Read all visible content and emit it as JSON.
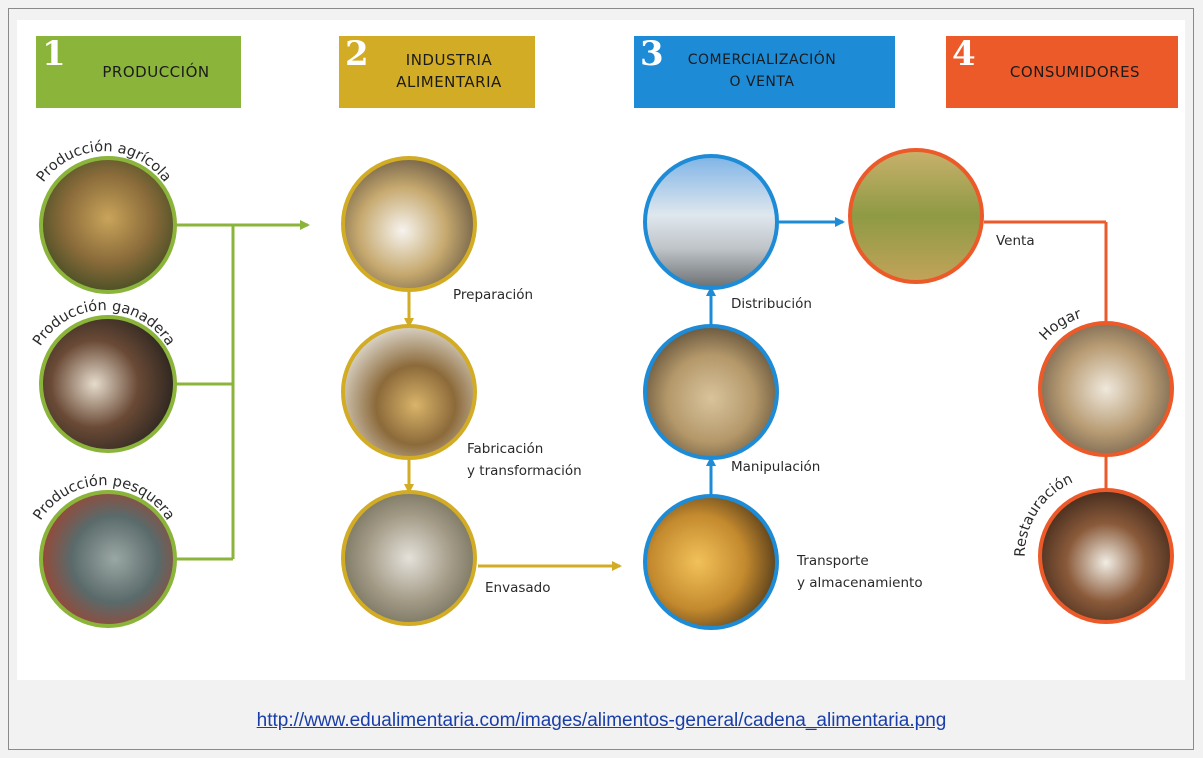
{
  "stages": [
    {
      "number": "1",
      "title": "PRODUCCIÓN",
      "color": "#8bb43a"
    },
    {
      "number": "2",
      "title_line1": "INDUSTRIA",
      "title_line2": "ALIMENTARIA",
      "color": "#d2ac25"
    },
    {
      "number": "3",
      "title_line1": "COMERCIALIZACIÓN",
      "title_line2": "O VENTA",
      "color": "#1d8bd6"
    },
    {
      "number": "4",
      "title": "CONSUMIDORES",
      "color": "#ec5a2a"
    }
  ],
  "production": [
    "Producción agrícola",
    "Producción ganadera",
    "Producción pesquera"
  ],
  "industry": [
    "Preparación",
    "Fabricación",
    "y transformación",
    "Envasado"
  ],
  "commerce": [
    "Distribución",
    "Manipulación",
    "Transporte",
    "y almacenamiento"
  ],
  "consumers": [
    "Venta",
    "Hogar",
    "Restauración"
  ],
  "source_link": "http://www.edualimentaria.com/images/alimentos-general/cadena_alimentaria.png",
  "colors": {
    "green": "#8bb43a",
    "gold": "#d2ac25",
    "blue": "#1d8bd6",
    "orange": "#ec5a2a",
    "link": "#1a3ea8"
  }
}
